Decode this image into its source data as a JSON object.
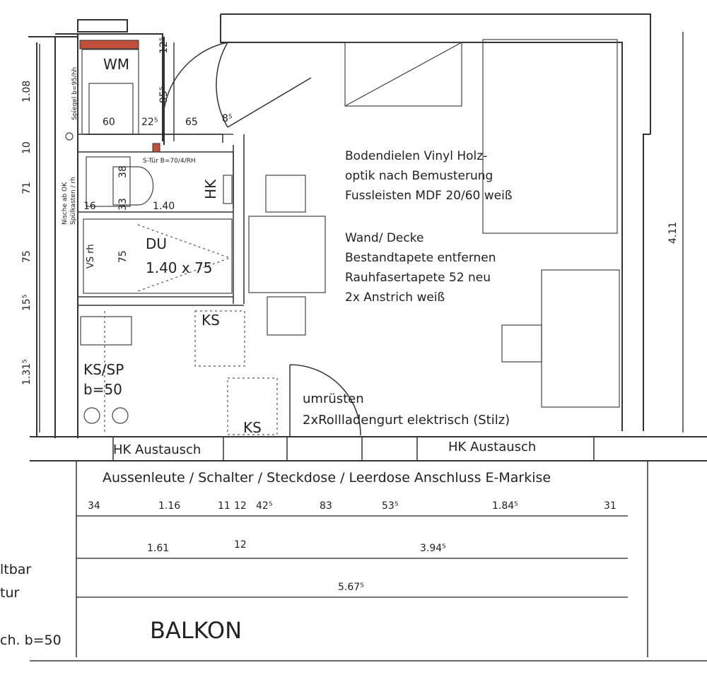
{
  "rooms": {
    "washer": "WM",
    "shower_label": "DU",
    "shower_size": "1.40 x 75",
    "radiator": "HK",
    "kitchen_1": "KS/SP",
    "kitchen_2": "b=50",
    "ks_upper": "KS",
    "ks_lower": "KS",
    "balcony": "BALKON"
  },
  "notes": {
    "floor_1": "Bodendielen Vinyl Holz-",
    "floor_2": "optik nach Bemusterung",
    "floor_3": "Fussleisten MDF 20/60 weiß",
    "wall_1": "Wand/ Decke",
    "wall_2": "Bestandtapete entfernen",
    "wall_3": "Rauhfasertapete 52 neu",
    "wall_4": "2x Anstrich weiß",
    "retrofit_1": "umrüsten",
    "retrofit_2": "2xRollladengurt elektrisch (Stilz)",
    "hk_left": "HK Austausch",
    "hk_right": "HK Austausch",
    "outdoor": "Aussenleute / Schalter / Steckdose / Leerdose Anschluss E-Markise",
    "door_label": "S-Tür B=70/4/RH",
    "mirror_label": "Spiegel b=95/hh",
    "niche_label_1": "Nische ab OK",
    "niche_label_2": "Spülkasten / rh",
    "vs_label": "VS rh"
  },
  "left_partial": [
    "ltbar",
    "tur",
    "ch. b=50"
  ],
  "dims": {
    "left": [
      "1.08",
      "10",
      "71",
      "75",
      "15⁵",
      "1.31⁵"
    ],
    "top_small": [
      "60",
      "22⁵",
      "65",
      "8⁵",
      "12⁵",
      "95⁵"
    ],
    "bath": [
      "38",
      "33",
      "16",
      "1.40",
      "75"
    ],
    "right": "4.11",
    "row1": [
      "34",
      "1.16",
      "11",
      "12",
      "42⁵",
      "83",
      "53⁵",
      "1.84⁵",
      "31"
    ],
    "row2": [
      "1.61",
      "12",
      "3.94⁵"
    ],
    "row3": "5.67⁵"
  }
}
